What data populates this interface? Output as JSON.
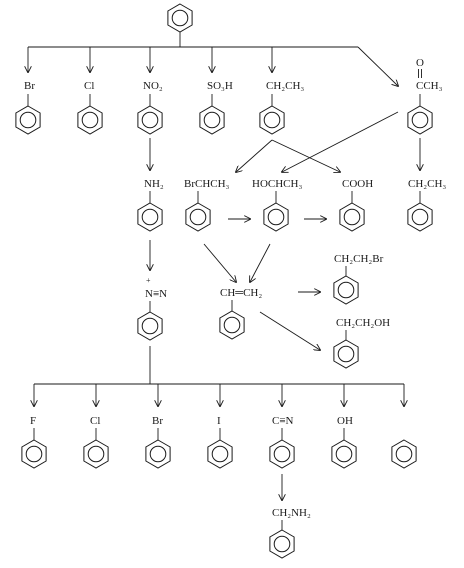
{
  "labels": {
    "bromobenzene": "Br",
    "chlorobenzene": "Cl",
    "nitrobenzene": "NO₂",
    "benzenesulfonic_acid": "SO₃H",
    "ethylbenzene_top": "CH₂CH₃",
    "acetophenone_o": "O",
    "acetophenone_c": "CCH₃",
    "aniline": "NH₂",
    "bromoethylbenzene": "BrCHCH₃",
    "phenylethanol": "HOCHCH₃",
    "benzoic_acid": "COOH",
    "ethylbenzene_right": "CH₂CH₃",
    "diazonium_plus": "+",
    "diazonium": "N≡N",
    "styrene": "CH═CH₂",
    "bromoethyl": "CH₂CH₂Br",
    "hydroxyethyl": "CH₂CH₂OH",
    "fluorobenzene": "F",
    "chlorobenzene_bottom": "Cl",
    "bromobenzene_bottom": "Br",
    "iodobenzene": "I",
    "benzonitrile": "C≡N",
    "phenol": "OH",
    "benzylamine": "CH₂NH₂"
  }
}
